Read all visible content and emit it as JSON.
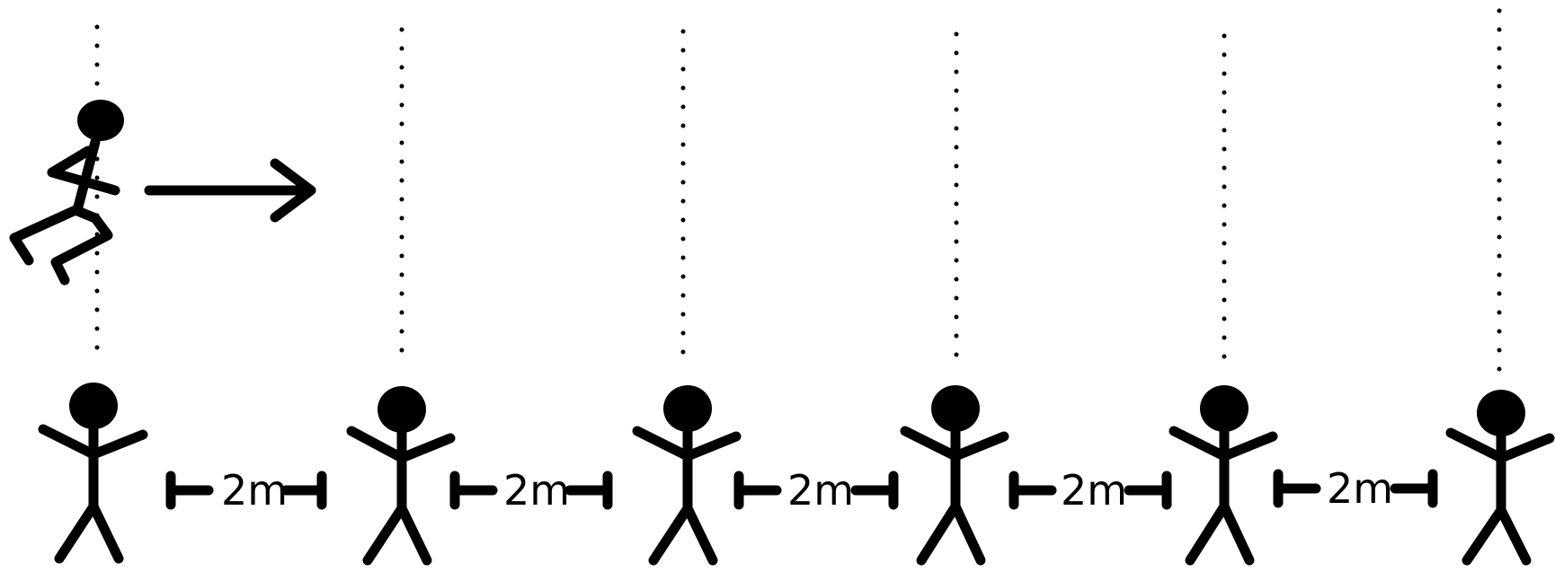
{
  "diagram": {
    "ink_color": "#000000",
    "background_color": "#ffffff",
    "runner": {
      "icon": "running-person-icon",
      "direction": "right"
    },
    "standing_people_count": 6,
    "gaps": [
      {
        "label": "2m"
      },
      {
        "label": "2m"
      },
      {
        "label": "2m"
      },
      {
        "label": "2m"
      },
      {
        "label": "2m"
      }
    ]
  }
}
